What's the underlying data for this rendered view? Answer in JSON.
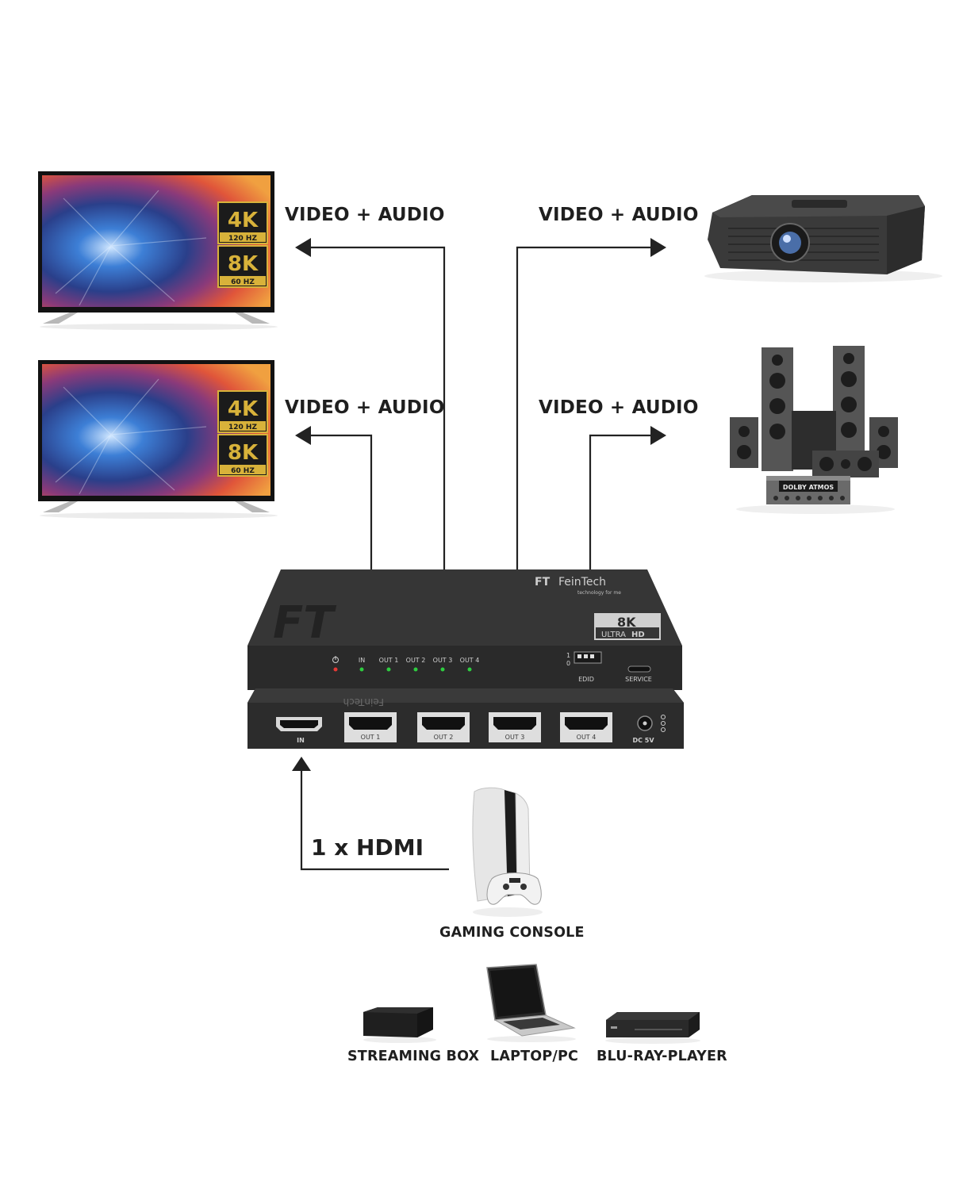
{
  "labels": {
    "tv1_signal": "VIDEO + AUDIO",
    "tv2_signal": "VIDEO + AUDIO",
    "projector_signal": "VIDEO + AUDIO",
    "speakers_signal": "VIDEO + AUDIO",
    "input_cable": "1 x HDMI",
    "gaming_console": "GAMING CONSOLE",
    "streaming_box": "STREAMING BOX",
    "laptop": "LAPTOP/PC",
    "bluray": "BLU-RAY-PLAYER"
  },
  "tv_badges": {
    "res_4k": "4K",
    "hz_4k": "120 HZ",
    "res_8k": "8K",
    "hz_8k": "60 HZ"
  },
  "splitter": {
    "brand": "FeinTech",
    "tagline": "technology for me",
    "logo": "FT",
    "badge_main": "8K",
    "badge_sub_a": "ULTRA",
    "badge_sub_b": "HD",
    "leds": [
      "IN",
      "OUT 1",
      "OUT 2",
      "OUT 3",
      "OUT 4"
    ],
    "edid_label": "EDID",
    "edid_pos_1": "1",
    "edid_pos_0": "0",
    "service_label": "SERVICE",
    "ports": [
      "IN",
      "OUT 1",
      "OUT 2",
      "OUT 3",
      "OUT 4"
    ],
    "dc_label": "DC 5V"
  },
  "receiver_display": "DOLBY ATMOS",
  "colors": {
    "line": "#222222",
    "badge_gold": "#d8b23a",
    "device_dark": "#2b2b2b",
    "led_green": "#2ecc40",
    "led_red": "#e53935"
  }
}
